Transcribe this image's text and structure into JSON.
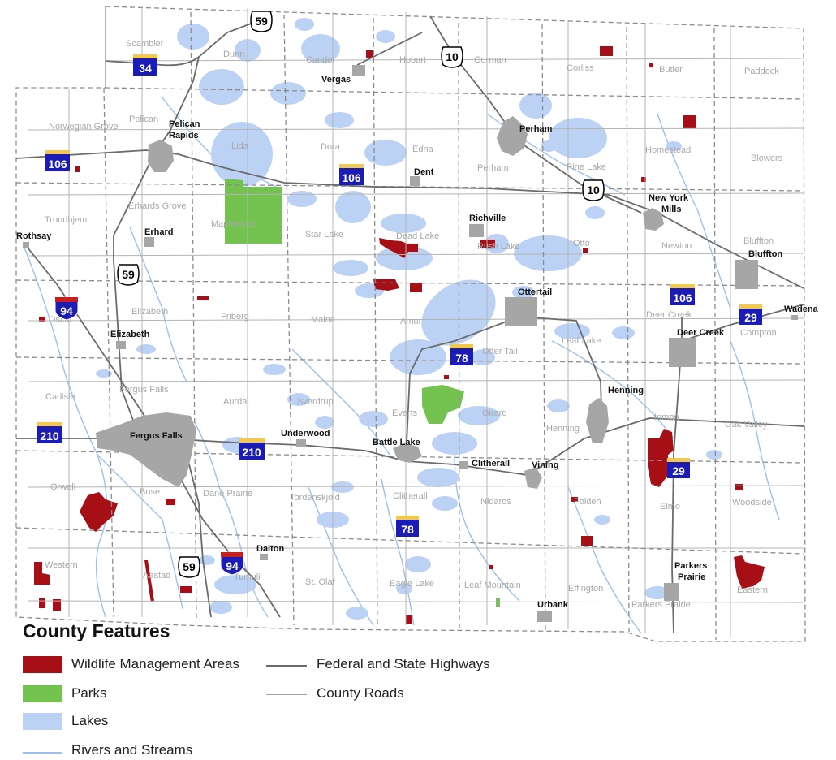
{
  "legend": {
    "title": "County Features",
    "items": [
      {
        "label": "Wildlife Management Areas",
        "color": "#a50f15",
        "kind": "area"
      },
      {
        "label": "Parks",
        "color": "#74c24f",
        "kind": "area"
      },
      {
        "label": "Lakes",
        "color": "#bcd2f5",
        "kind": "area"
      },
      {
        "label": "Rivers and Streams",
        "color": "#9cc0ee",
        "kind": "line"
      },
      {
        "label": "Federal and State Highways",
        "color": "#6b6b6b",
        "kind": "line"
      },
      {
        "label": "County Roads",
        "color": "#a0a0a0",
        "kind": "line"
      }
    ]
  },
  "townships": {
    "scambler": "Scambler",
    "dunn": "Dunn",
    "candor": "Candor",
    "hobart": "Hobart",
    "gorman": "Gorman",
    "corliss": "Corliss",
    "butler": "Butler",
    "paddock": "Paddock",
    "norwegian_grove": "Norwegian Grove",
    "pelican": "Pelican",
    "lida": "Lida",
    "dora": "Dora",
    "edna": "Edna",
    "perham": "Perham",
    "pine_lake": "Pine Lake",
    "homestead": "Homestead",
    "blowers": "Blowers",
    "erhards_grove": "Erhards Grove",
    "maplewood": "Maplewood",
    "star_lake": "Star Lake",
    "dead_lake": "Dead Lake",
    "rush_lake": "Rush Lake",
    "otto": "Otto",
    "newton": "Newton",
    "bluffton": "Bluffton",
    "trondhjem": "Trondhjem",
    "elizabeth": "Elizabeth",
    "friberg": "Friberg",
    "maine": "Maine",
    "amor": "Amor",
    "deer_creek": "Deer Creek",
    "compton": "Compton",
    "oscar": "Oscar",
    "otter_tail": "Otter Tail",
    "leaf_lake": "Leaf Lake",
    "fergus_falls": "Fergus Falls",
    "carlisle": "Carlisle",
    "aurdal": "Aurdal",
    "sverdrup": "Sverdrup",
    "everts": "Everts",
    "girard": "Girard",
    "henning": "Henning",
    "inman": "Inman",
    "oak_valley": "Oak Valley",
    "orwell": "Orwell",
    "buse": "Buse",
    "dane_prairie": "Dane Prairie",
    "tordenskjold": "Tordenskjold",
    "clitherall": "Clitherall",
    "nidaros": "Nidaros",
    "folden": "Folden",
    "elmo": "Elmo",
    "woodside": "Woodside",
    "western": "Western",
    "aastad": "Aastad",
    "tumuli": "Tumuli",
    "st_olaf": "St. Olaf",
    "eagle_lake": "Eagle Lake",
    "leaf_mountain": "Leaf Mountain",
    "effington": "Effington",
    "parkers_prairie": "Parkers Prairie",
    "eastern": "Eastern"
  },
  "towns": {
    "vergas": "Vergas",
    "pelican_rapids_1": "Pelican",
    "pelican_rapids_2": "Rapids",
    "perham": "Perham",
    "dent": "Dent",
    "new_york_mills_1": "New York",
    "new_york_mills_2": "Mills",
    "rothsay": "Rothsay",
    "erhard": "Erhard",
    "richville": "Richville",
    "bluffton": "Bluffton",
    "ottertail": "Ottertail",
    "wadena": "Wadena",
    "elizabeth": "Elizabeth",
    "deer_creek": "Deer Creek",
    "henning": "Henning",
    "fergus_falls": "Fergus Falls",
    "underwood": "Underwood",
    "battle_lake": "Battle Lake",
    "clitherall": "Clitherall",
    "vining": "Vining",
    "dalton": "Dalton",
    "parkers_prairie_1": "Parkers",
    "parkers_prairie_2": "Prairie",
    "urbank": "Urbank"
  },
  "shields": {
    "mn34": "34",
    "us59_a": "59",
    "us10_a": "10",
    "mn106_a": "106",
    "mn106_b": "106",
    "us10_b": "10",
    "us59_b": "59",
    "i94_a": "94",
    "mn106_c": "106",
    "mn29_a": "29",
    "mn78_a": "78",
    "mn210_a": "210",
    "mn210_b": "210",
    "mn29_b": "29",
    "mn78_b": "78",
    "us59_c": "59",
    "i94_b": "94"
  }
}
